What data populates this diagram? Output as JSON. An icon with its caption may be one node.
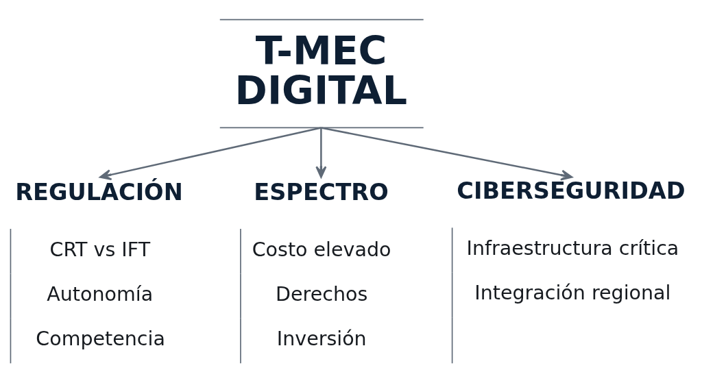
{
  "diagram": {
    "nodes": [
      {
        "text": [
          "T-MEC DIGITAL"
        ]
      },
      {
        "text": [
          "REGULACIÓN",
          "CRT vs IFT",
          "Autonomía",
          "Competencia"
        ]
      },
      {
        "text": [
          "ESPECTRO",
          "Costo elevado",
          "Derechos",
          "Inversión"
        ]
      },
      {
        "text": [
          "CIBERSEGURIDAD",
          "Infraestructura crítica",
          "Integración regional"
        ]
      }
    ],
    "edges": [
      {
        "from": 0,
        "to": 1,
        "arrow": "to"
      },
      {
        "from": 0,
        "to": 2,
        "arrow": "to"
      },
      {
        "from": 0,
        "to": 3,
        "arrow": "to"
      }
    ]
  }
}
